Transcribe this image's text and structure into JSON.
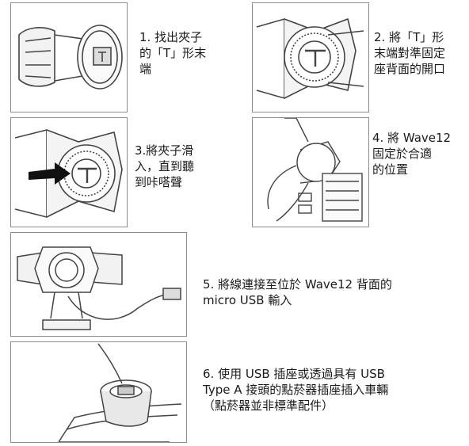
{
  "steps": [
    {
      "text": "1. 找出夾子\n的「T」形末\n端"
    },
    {
      "text": "2. 將「T」形\n末端對準固定\n座背面的開口"
    },
    {
      "text": "3.將夾子滑\n  入，直到聽\n  到咔嗒聲"
    },
    {
      "text": "4. 將 Wave12\n    固定於合適\n    的位置"
    },
    {
      "text": "5. 將線連接至位於 Wave12 背面的\nmicro USB 輸入"
    },
    {
      "text": "6. 使用 USB 插座或透過具有 USB\nType A 接頭的點菸器插座插入車輛\n（點菸器並非標準配件）"
    }
  ]
}
